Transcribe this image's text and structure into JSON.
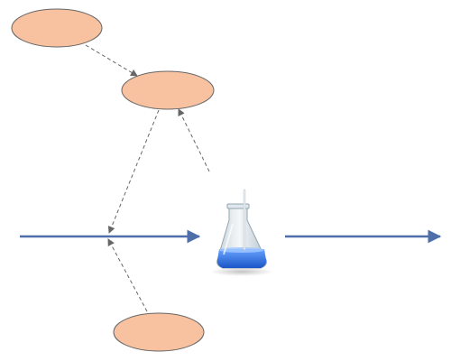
{
  "diagram": {
    "nodes": [
      {
        "id": "top-left-node",
        "label": ""
      },
      {
        "id": "middle-node",
        "label": ""
      },
      {
        "id": "bottom-node",
        "label": ""
      }
    ],
    "flask": {
      "icon": "erlenmeyer-flask-icon",
      "liquid_color": "#2f6fe0",
      "glass_color": "#dfe8ee"
    },
    "colors": {
      "node_fill": "#f8c2a0",
      "node_stroke": "#666666",
      "main_arrow": "#4f6faa",
      "dashed_arrow": "#666666"
    }
  }
}
